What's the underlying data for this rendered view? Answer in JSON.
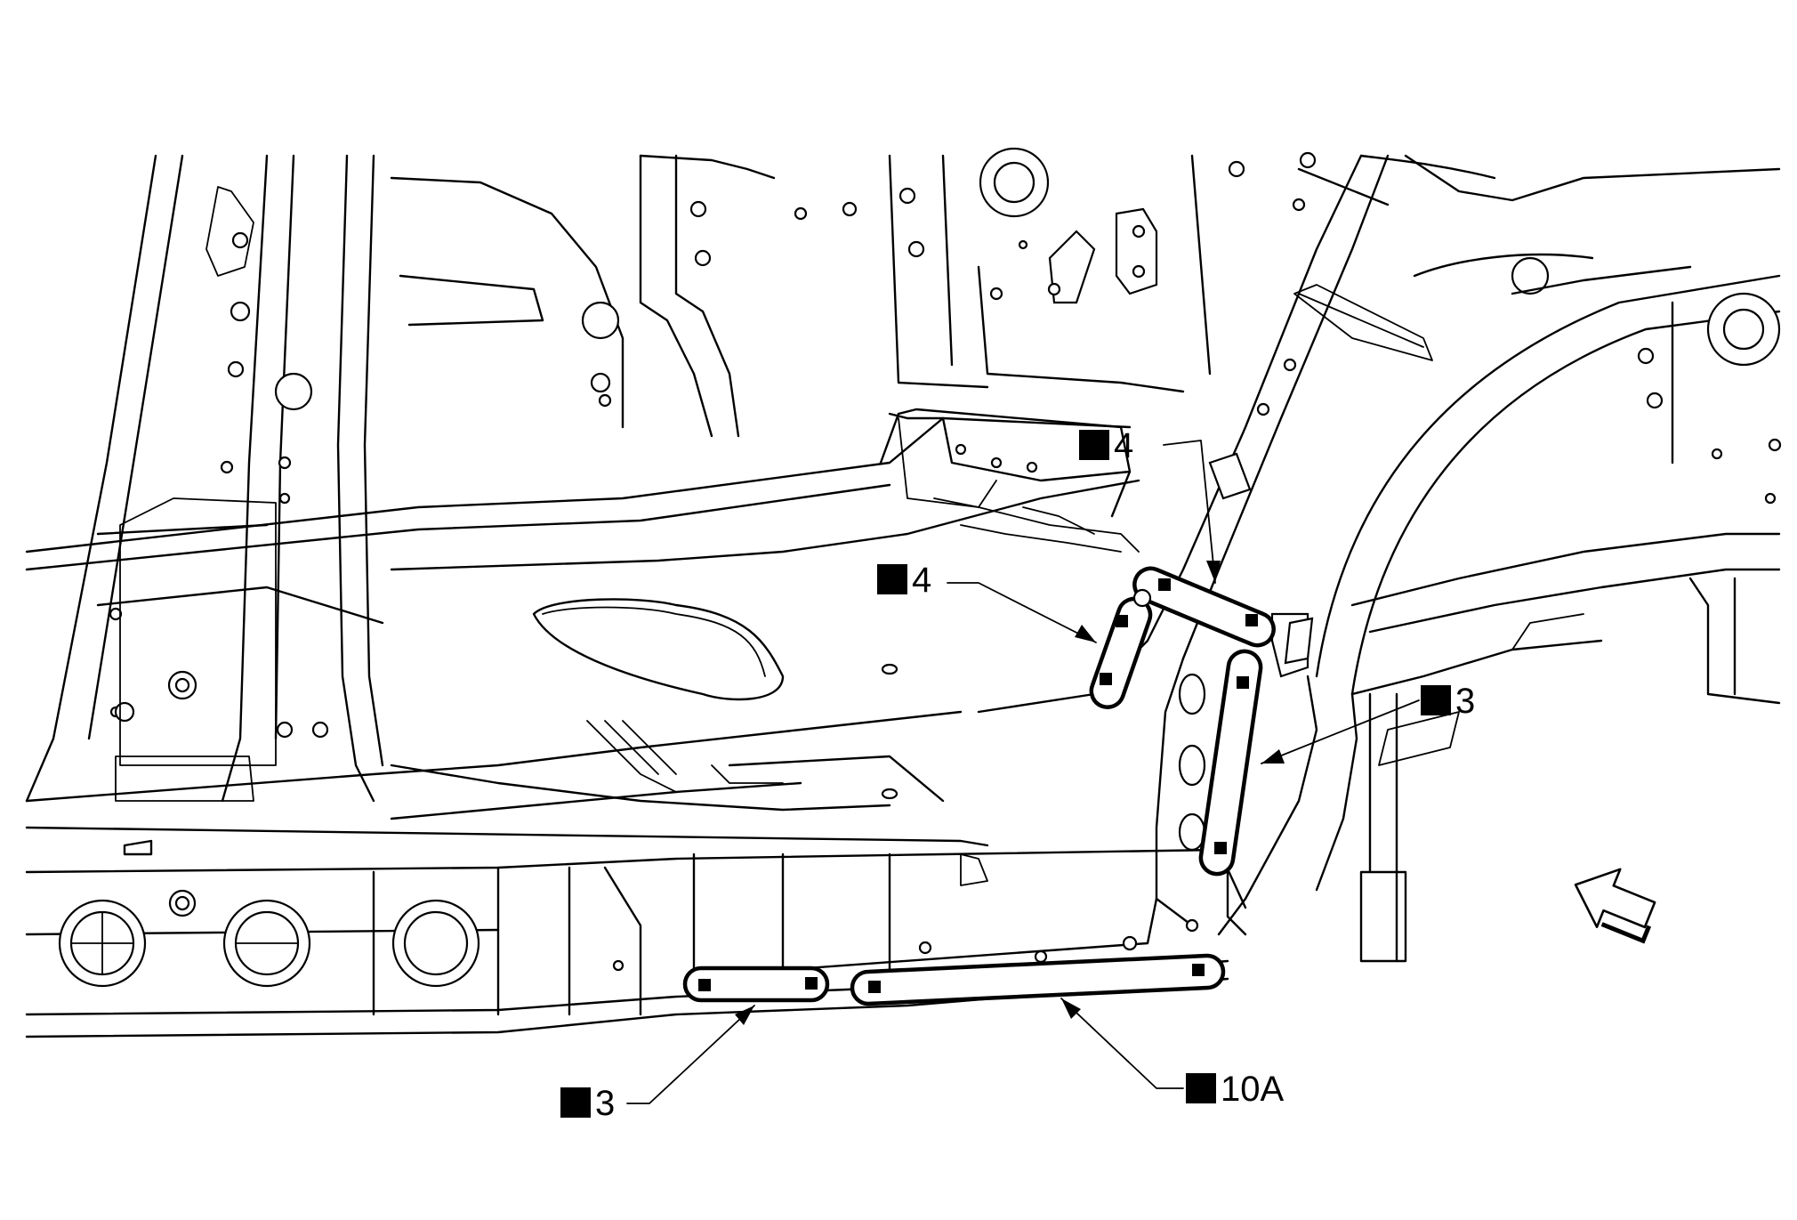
{
  "callouts": [
    {
      "id": "c-4-upper",
      "text": "4"
    },
    {
      "id": "c-4-mid",
      "text": "4"
    },
    {
      "id": "c-3-right",
      "text": "3"
    },
    {
      "id": "c-3-bottom",
      "text": "3"
    },
    {
      "id": "c-10a",
      "text": "10A"
    }
  ],
  "symbols": {
    "marker": "filled-square",
    "direction_arrow": "front-direction-arrow-icon"
  },
  "colors": {
    "line": "#000000",
    "background": "#ffffff"
  }
}
